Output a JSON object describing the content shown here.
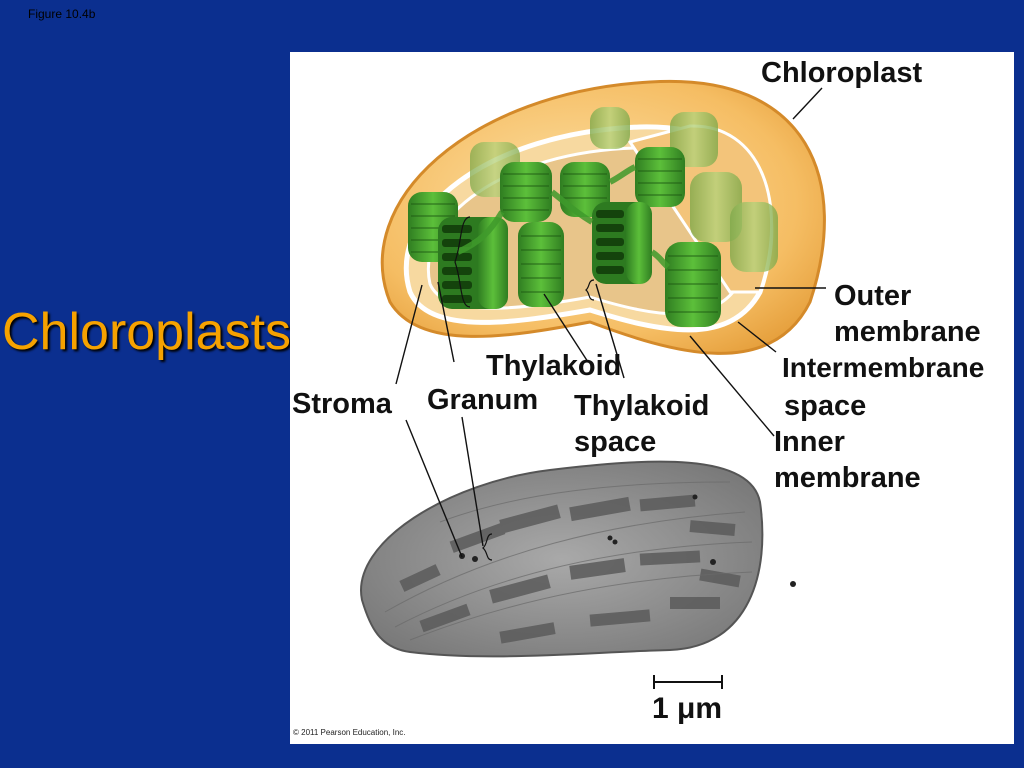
{
  "figure_ref": "Figure 10.4b",
  "slide_title": "Chloroplasts",
  "labels": {
    "chloroplast": "Chloroplast",
    "outer_membrane_1": "Outer",
    "outer_membrane_2": "membrane",
    "intermembrane_1": "Intermembrane",
    "intermembrane_2": "space",
    "inner_membrane_1": "Inner",
    "inner_membrane_2": "membrane",
    "thylakoid": "Thylakoid",
    "thylakoid_space_1": "Thylakoid",
    "thylakoid_space_2": "space",
    "stroma": "Stroma",
    "granum": "Granum"
  },
  "scale_bar": "1 μm",
  "copyright": "© 2011 Pearson Education, Inc.",
  "colors": {
    "background": "#0b2f8f",
    "title": "#f6a200",
    "outer_envelope": "#f3b860",
    "grana": "#3f9a2c"
  }
}
